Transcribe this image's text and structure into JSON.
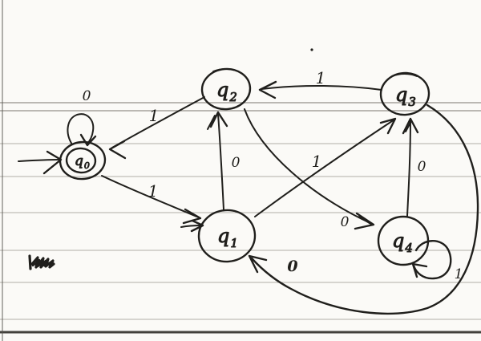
{
  "colors": {
    "ink": "#201f1c",
    "paper": "#fbfaf7",
    "rule": "#a5a19a",
    "ruleStrong": "#8f8b85",
    "ruleDark": "#3a3832"
  },
  "automaton": {
    "start_state": "q0",
    "accepting_states": [
      "q0"
    ],
    "states": [
      {
        "id": "q0",
        "letter": "q",
        "sub": "0",
        "start": true,
        "accepting": true
      },
      {
        "id": "q1",
        "letter": "q",
        "sub": "1"
      },
      {
        "id": "q2",
        "letter": "q",
        "sub": "2"
      },
      {
        "id": "q3",
        "letter": "q",
        "sub": "3"
      },
      {
        "id": "q4",
        "letter": "q",
        "sub": "4"
      }
    ],
    "transitions": [
      {
        "from": "q0",
        "to": "q0",
        "label": "0"
      },
      {
        "from": "q2",
        "to": "q0",
        "label": "1"
      },
      {
        "from": "q0",
        "to": "q1",
        "label": "1"
      },
      {
        "from": "q1",
        "to": "q2",
        "label": "0"
      },
      {
        "from": "q3",
        "to": "q2",
        "label": "1"
      },
      {
        "from": "q1",
        "to": "q3",
        "label": "1"
      },
      {
        "from": "q2",
        "to": "q4",
        "label": "0"
      },
      {
        "from": "q4",
        "to": "q3",
        "label": "0"
      },
      {
        "from": "q3",
        "to": "q1",
        "label": "0"
      },
      {
        "from": "q4",
        "to": "q4",
        "label": "1"
      }
    ]
  }
}
